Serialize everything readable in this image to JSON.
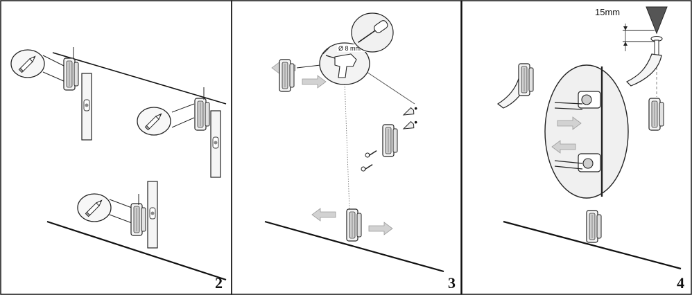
{
  "panels": [
    {
      "number": "2",
      "annotations": []
    },
    {
      "number": "3",
      "annotations": [
        "Ø 8 mm"
      ]
    },
    {
      "number": "4",
      "annotations": [
        "15mm"
      ]
    }
  ]
}
